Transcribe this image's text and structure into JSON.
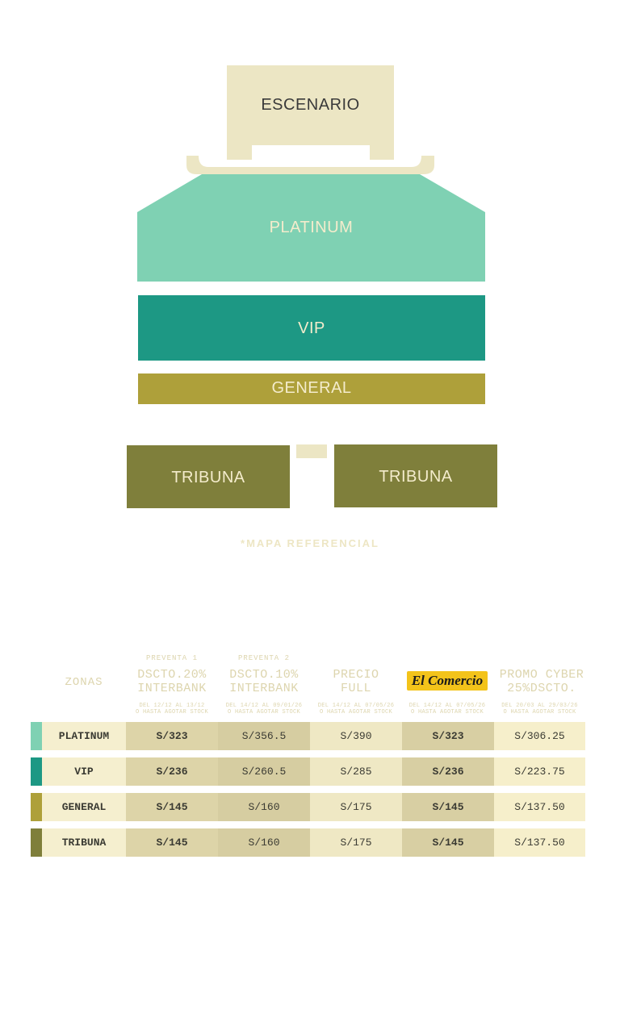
{
  "map": {
    "stage_label": "ESCENARIO",
    "zones": {
      "platinum": "PLATINUM",
      "vip": "VIP",
      "general": "GENERAL",
      "tribuna_left": "TRIBUNA",
      "tribuna_right": "TRIBUNA"
    },
    "note": "*MAPA REFERENCIAL",
    "colors": {
      "stage": "#ece6c4",
      "platinum": "#7fd1b3",
      "vip": "#1d9884",
      "general": "#aea03a",
      "tribuna": "#7f7f3b"
    }
  },
  "table": {
    "zonas_header": "ZONAS",
    "columns": [
      {
        "pre": "PREVENTA 1",
        "title_lines": [
          "DSCTO.20%",
          "INTERBANK"
        ],
        "sub_lines": [
          "DEL 12/12 AL 13/12",
          "O HASTA AGOTAR STOCK"
        ]
      },
      {
        "pre": "PREVENTA 2",
        "title_lines": [
          "DSCTO.10%",
          "INTERBANK"
        ],
        "sub_lines": [
          "DEL 14/12 AL 09/01/26",
          "O HASTA AGOTAR STOCK"
        ]
      },
      {
        "pre": "",
        "title_lines": [
          "PRECIO",
          "FULL"
        ],
        "sub_lines": [
          "DEL 14/12 AL 07/05/26",
          "O HASTA AGOTAR STOCK"
        ]
      },
      {
        "pre": "",
        "brand": "El Comercio",
        "sub_lines": [
          "DEL 14/12 AL 07/05/26",
          "O HASTA AGOTAR STOCK"
        ]
      },
      {
        "pre": "",
        "title_lines": [
          "PROMO CYBER",
          "25%DSCTO."
        ],
        "sub_lines": [
          "DEL 20/03 AL 29/03/26",
          "O HASTA AGOTAR STOCK"
        ]
      }
    ],
    "rows": [
      {
        "zone": "PLATINUM",
        "color": "#7fd1b3",
        "prices": [
          "S/323",
          "S/356.5",
          "S/390",
          "S/323",
          "S/306.25"
        ]
      },
      {
        "zone": "VIP",
        "color": "#1d9884",
        "prices": [
          "S/236",
          "S/260.5",
          "S/285",
          "S/236",
          "S/223.75"
        ]
      },
      {
        "zone": "GENERAL",
        "color": "#aea03a",
        "prices": [
          "S/145",
          "S/160",
          "S/175",
          "S/145",
          "S/137.50"
        ]
      },
      {
        "zone": "TRIBUNA",
        "color": "#7f7f3b",
        "prices": [
          "S/145",
          "S/160",
          "S/175",
          "S/145",
          "S/137.50"
        ]
      }
    ]
  }
}
